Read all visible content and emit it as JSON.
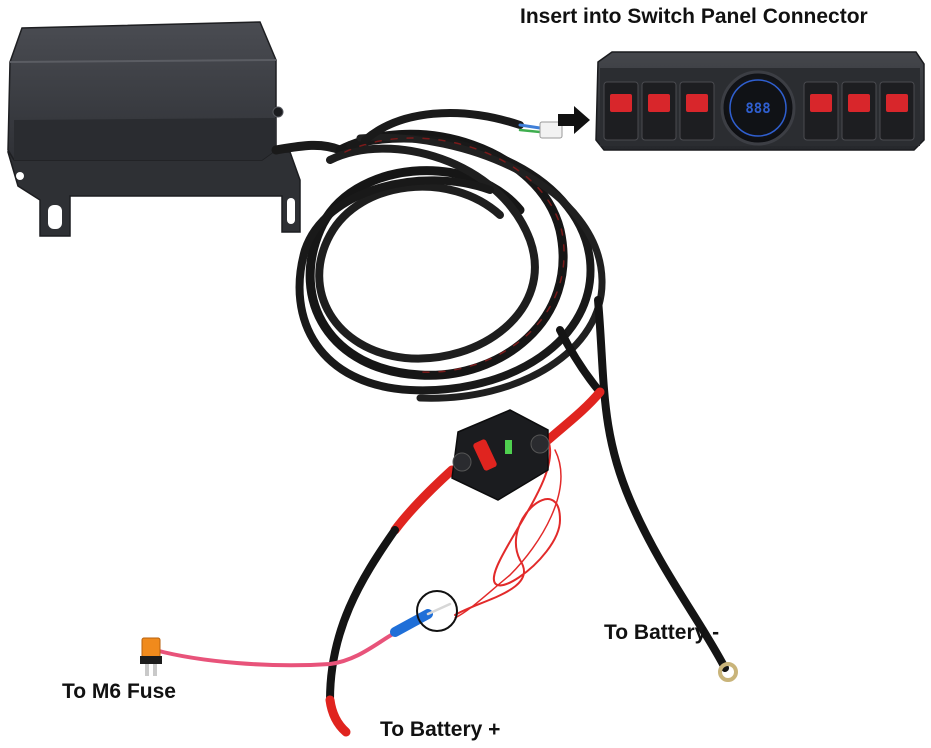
{
  "labels": {
    "switch_panel_connector": "Insert into Switch Panel Connector",
    "battery_negative": "To Battery -",
    "m6_fuse": "To M6 Fuse",
    "battery_positive": "To Battery +"
  },
  "switch_panel": {
    "gauge_readout": "888",
    "rocker_switch_count": 6
  },
  "colors": {
    "housing": "#3b3d42",
    "cable_sleeve": "#1a1a1a",
    "red_wire": "#e0241f",
    "pink_wire": "#e8537a",
    "rocker_red": "#d8262b",
    "gauge_blue": "#2f5fd0",
    "connector_blue": "#1f6fd8",
    "fuse_tap_orange": "#f08a1c"
  }
}
